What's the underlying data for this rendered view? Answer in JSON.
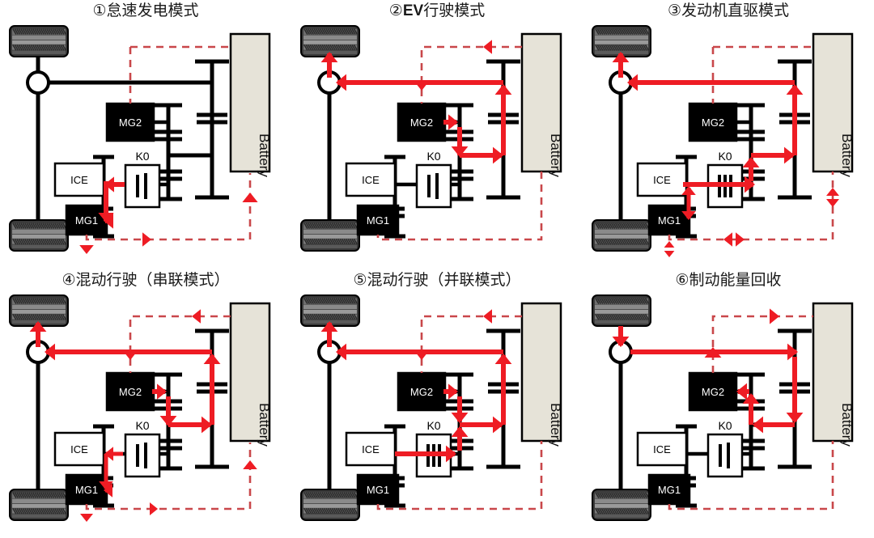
{
  "figure": {
    "type": "diagram",
    "subject": "Hybrid powertrain operating modes",
    "panel_count": 6,
    "colors": {
      "mechanical_flow": "#ee1c24",
      "electrical_flow": "#c9474a",
      "shaft": "#000000",
      "battery_fill": "#e6e3d8",
      "machine_fill": "#000000",
      "ice_fill": "#ffffff"
    }
  },
  "components": {
    "ice": "ICE",
    "mg1": "MG1",
    "mg2": "MG2",
    "clutch": "K0",
    "battery": "Battery"
  },
  "panels": [
    {
      "id": "panel-1",
      "index": "①",
      "title": "①怠速发电模式",
      "title_en": "Idle power generation mode",
      "clutch_state": "open",
      "mech_flows": [
        "ICE to MG1"
      ],
      "elec_flows": [
        "MG1 to Battery"
      ]
    },
    {
      "id": "panel-2",
      "index": "②",
      "title": "②EV行驶模式",
      "title_prefix": "②",
      "title_bold": "EV",
      "title_suffix": "行驶模式",
      "title_en": "EV driving mode",
      "clutch_state": "open",
      "mech_flows": [
        "MG2 to gear train",
        "gear train to axle",
        "axle to wheels"
      ],
      "elec_flows": [
        "Battery to MG2"
      ]
    },
    {
      "id": "panel-3",
      "index": "③",
      "title": "③发动机直驱模式",
      "title_en": "Engine direct drive mode",
      "clutch_state": "closed",
      "mech_flows": [
        "ICE through K0 to gear train",
        "gear train to axle",
        "axle to wheels"
      ],
      "elec_flows": [
        "Battery bidirectional"
      ]
    },
    {
      "id": "panel-4",
      "index": "④",
      "title": "④混动行驶（串联模式）",
      "title_en": "Hybrid driving (series mode)",
      "clutch_state": "open",
      "mech_flows": [
        "ICE to MG1",
        "MG2 to gear train",
        "gear train to axle",
        "axle to wheels"
      ],
      "elec_flows": [
        "MG1 to Battery",
        "Battery to MG2"
      ]
    },
    {
      "id": "panel-5",
      "index": "⑤",
      "title": "⑤混动行驶（并联模式）",
      "title_en": "Hybrid driving (parallel mode)",
      "clutch_state": "closed",
      "mech_flows": [
        "ICE through K0 to gear train",
        "MG2 to gear train",
        "gear train to axle",
        "axle to wheels"
      ],
      "elec_flows": [
        "Battery to MG2"
      ]
    },
    {
      "id": "panel-6",
      "index": "⑥",
      "title": "⑥制动能量回收",
      "title_en": "Regenerative braking",
      "clutch_state": "open",
      "mech_flows": [
        "wheels to axle",
        "axle to gear train",
        "gear train to MG2"
      ],
      "elec_flows": [
        "MG2 to Battery"
      ]
    }
  ]
}
